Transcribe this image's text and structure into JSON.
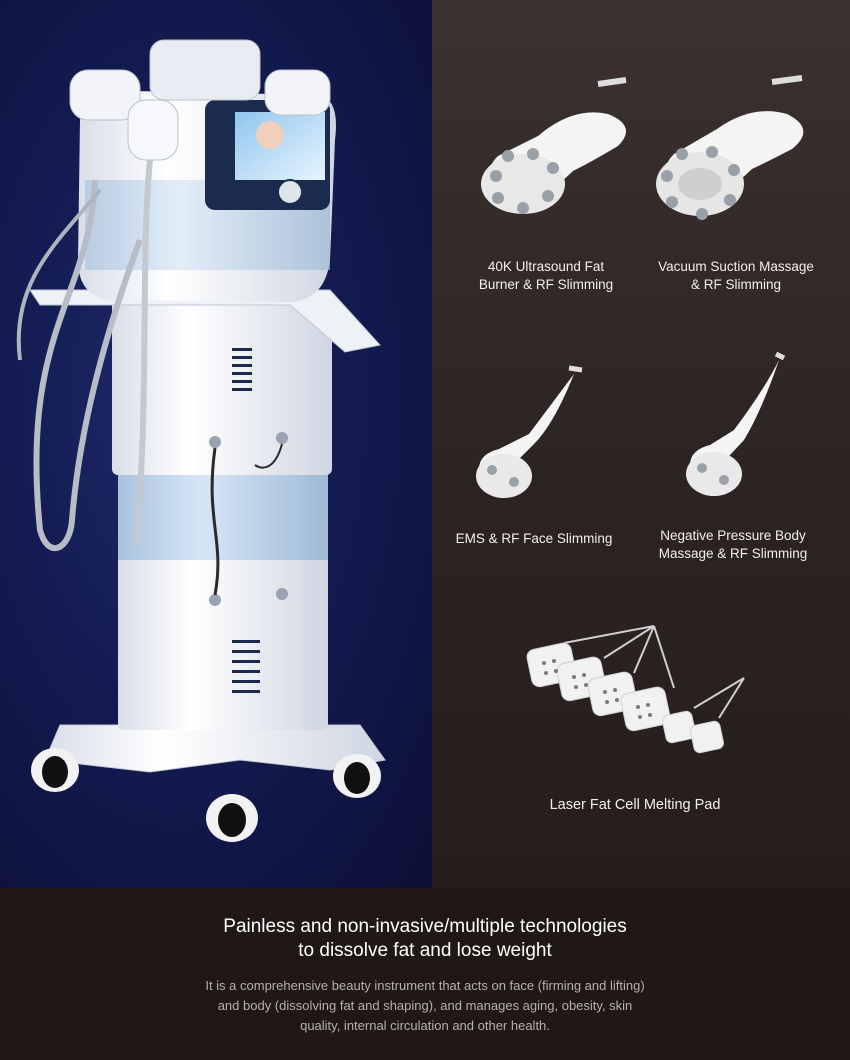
{
  "products": [
    {
      "caption": "40K Ultrasound Fat\nBurner & RF Slimming",
      "icon": "ultrasound-cavitation-handpiece"
    },
    {
      "caption": "Vacuum Suction Massage\n& RF Slimming",
      "icon": "vacuum-rf-handpiece"
    },
    {
      "caption": "EMS & RF Face Slimming",
      "icon": "ems-rf-face-handpiece"
    },
    {
      "caption": "Negative Pressure Body\nMassage & RF Slimming",
      "icon": "negative-pressure-handpiece"
    },
    {
      "caption": "Laser Fat Cell Melting Pad",
      "icon": "laser-pads"
    }
  ],
  "headline": "Painless and non-invasive/multiple technologies\nto dissolve fat and lose weight",
  "description": "It is a comprehensive beauty instrument that acts on face (firming and lifting)\nand body (dissolving fat and shaping), and manages aging, obesity, skin\nquality, internal circulation and other health.",
  "colors": {
    "left_background": "#141b52",
    "right_background": "#2c2422",
    "bottom_background": "#1f1816",
    "device_white": "#f4f6fa",
    "device_blue_accent": "#bcd4ec"
  }
}
